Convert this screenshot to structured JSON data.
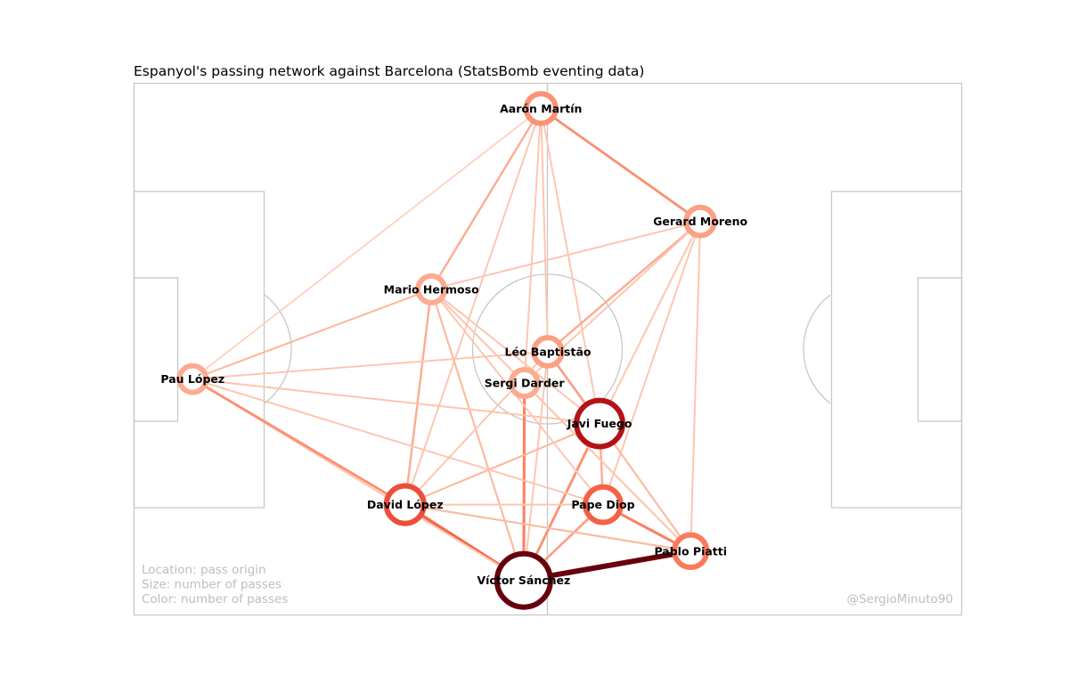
{
  "chart_data": {
    "type": "network",
    "title": "Espanyol's passing network against Barcelona (StatsBomb eventing data)",
    "annotations": {
      "legend_lines": [
        "Location: pass origin",
        "Size: number of passes",
        "Color: number of passes"
      ],
      "credit": "@SergioMinuto90"
    },
    "pitch": {
      "length": 120,
      "width": 80,
      "orientation": "horizontal"
    },
    "nodes": [
      {
        "id": "aaron",
        "name": "Aarón Martín",
        "x": 59.0,
        "y": 3.8,
        "passes": 22
      },
      {
        "id": "gerard",
        "name": "Gerard Moreno",
        "x": 82.1,
        "y": 20.8,
        "passes": 20
      },
      {
        "id": "hermoso",
        "name": "Mario Hermoso",
        "x": 43.1,
        "y": 31.0,
        "passes": 18
      },
      {
        "id": "leo",
        "name": "Léo Baptistão",
        "x": 60.0,
        "y": 40.4,
        "passes": 20
      },
      {
        "id": "pau",
        "name": "Pau López",
        "x": 8.5,
        "y": 44.5,
        "passes": 18
      },
      {
        "id": "darder",
        "name": "Sergi Darder",
        "x": 56.6,
        "y": 45.1,
        "passes": 18
      },
      {
        "id": "fuego",
        "name": "Javi Fuego",
        "x": 67.5,
        "y": 51.2,
        "passes": 45
      },
      {
        "id": "david",
        "name": "David López",
        "x": 39.3,
        "y": 63.4,
        "passes": 33
      },
      {
        "id": "diop",
        "name": "Pape Diop",
        "x": 68.0,
        "y": 63.4,
        "passes": 30
      },
      {
        "id": "piatti",
        "name": "Pablo Piatti",
        "x": 80.7,
        "y": 70.4,
        "passes": 26
      },
      {
        "id": "victor",
        "name": "Víctor Sánchez",
        "x": 56.5,
        "y": 74.8,
        "passes": 55
      }
    ],
    "edges": [
      {
        "a": "victor",
        "b": "piatti",
        "passes": 20
      },
      {
        "a": "victor",
        "b": "david",
        "passes": 9
      },
      {
        "a": "victor",
        "b": "darder",
        "passes": 7
      },
      {
        "a": "victor",
        "b": "diop",
        "passes": 5
      },
      {
        "a": "victor",
        "b": "fuego",
        "passes": 6
      },
      {
        "a": "victor",
        "b": "hermoso",
        "passes": 3
      },
      {
        "a": "victor",
        "b": "pau",
        "passes": 2
      },
      {
        "a": "victor",
        "b": "leo",
        "passes": 2
      },
      {
        "a": "david",
        "b": "pau",
        "passes": 6
      },
      {
        "a": "david",
        "b": "hermoso",
        "passes": 4
      },
      {
        "a": "david",
        "b": "piatti",
        "passes": 3
      },
      {
        "a": "david",
        "b": "diop",
        "passes": 2
      },
      {
        "a": "david",
        "b": "fuego",
        "passes": 3
      },
      {
        "a": "david",
        "b": "aaron",
        "passes": 2
      },
      {
        "a": "david",
        "b": "leo",
        "passes": 2
      },
      {
        "a": "diop",
        "b": "piatti",
        "passes": 7
      },
      {
        "a": "diop",
        "b": "fuego",
        "passes": 4
      },
      {
        "a": "diop",
        "b": "hermoso",
        "passes": 2
      },
      {
        "a": "diop",
        "b": "gerard",
        "passes": 2
      },
      {
        "a": "fuego",
        "b": "leo",
        "passes": 5
      },
      {
        "a": "fuego",
        "b": "piatti",
        "passes": 3
      },
      {
        "a": "fuego",
        "b": "gerard",
        "passes": 2
      },
      {
        "a": "fuego",
        "b": "hermoso",
        "passes": 2
      },
      {
        "a": "fuego",
        "b": "pau",
        "passes": 2
      },
      {
        "a": "aaron",
        "b": "gerard",
        "passes": 6
      },
      {
        "a": "aaron",
        "b": "hermoso",
        "passes": 4
      },
      {
        "a": "aaron",
        "b": "pau",
        "passes": 1
      },
      {
        "a": "aaron",
        "b": "darder",
        "passes": 2
      },
      {
        "a": "aaron",
        "b": "leo",
        "passes": 2
      },
      {
        "a": "aaron",
        "b": "fuego",
        "passes": 2
      },
      {
        "a": "gerard",
        "b": "leo",
        "passes": 4
      },
      {
        "a": "gerard",
        "b": "hermoso",
        "passes": 2
      },
      {
        "a": "gerard",
        "b": "piatti",
        "passes": 2
      },
      {
        "a": "gerard",
        "b": "darder",
        "passes": 2
      },
      {
        "a": "hermoso",
        "b": "pau",
        "passes": 3
      },
      {
        "a": "hermoso",
        "b": "piatti",
        "passes": 2
      },
      {
        "a": "hermoso",
        "b": "darder",
        "passes": 2
      },
      {
        "a": "pau",
        "b": "leo",
        "passes": 2
      },
      {
        "a": "pau",
        "b": "diop",
        "passes": 2
      },
      {
        "a": "darder",
        "b": "piatti",
        "passes": 2
      }
    ],
    "colormap": [
      "#fff5f0",
      "#fcbba1",
      "#fb6a4a",
      "#cb181d",
      "#67000d"
    ]
  }
}
